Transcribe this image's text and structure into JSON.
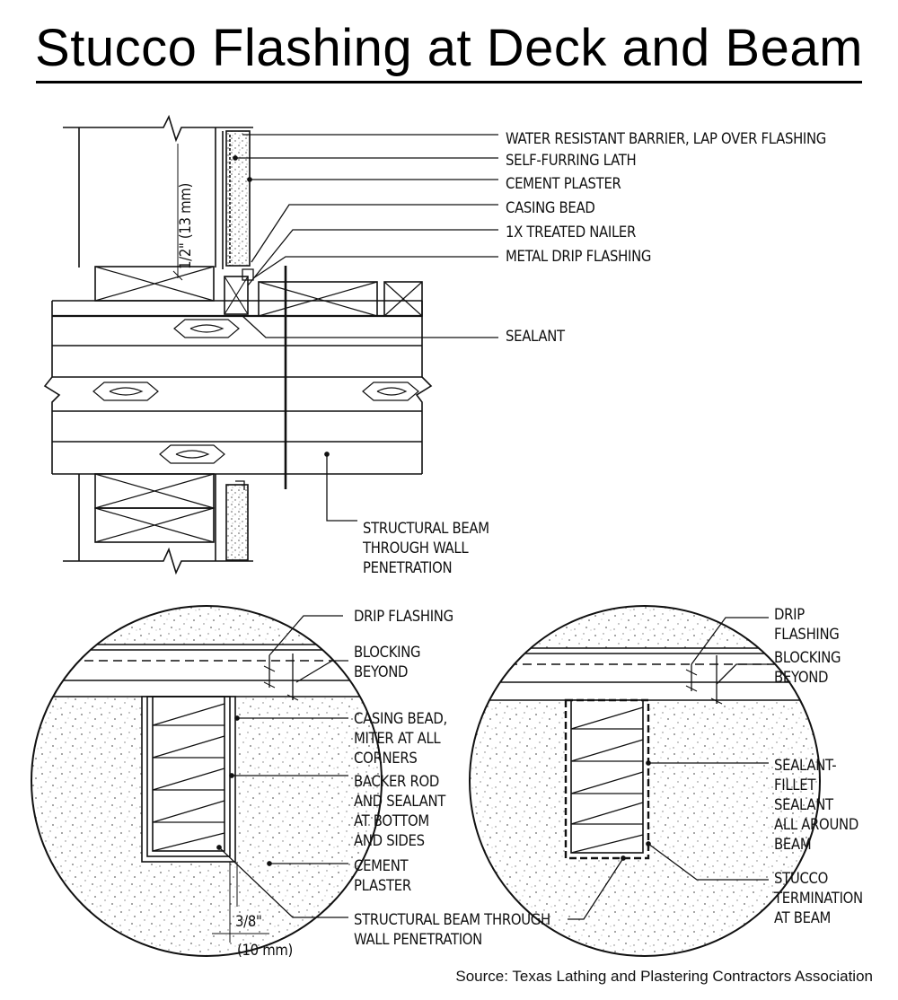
{
  "title": "Stucco Flashing at Deck and Beam",
  "source": "Source: Texas Lathing and Plastering Contractors Association",
  "section": {
    "dimension": "1/2\" (13 mm)",
    "labels": {
      "wrb": "WATER RESISTANT BARRIER, LAP OVER FLASHING",
      "lath": "SELF-FURRING LATH",
      "plaster": "CEMENT PLASTER",
      "casing": "CASING BEAD",
      "nailer": "1X TREATED NAILER",
      "drip": "METAL DRIP FLASHING",
      "sealant": "SEALANT",
      "beam1": "STRUCTURAL BEAM",
      "beam2": "THROUGH WALL",
      "beam3": "PENETRATION"
    }
  },
  "detail_left": {
    "dimension_top": "3/8\"",
    "dimension_bottom": "(10 mm)",
    "labels": {
      "drip": "DRIP FLASHING",
      "blocking1": "BLOCKING",
      "blocking2": "BEYOND",
      "casing1": "CASING BEAD,",
      "casing2": "MITER AT ALL",
      "casing3": "CORNERS",
      "backer1": "BACKER ROD",
      "backer2": "AND SEALANT",
      "backer3": "AT BOTTOM",
      "backer4": "AND SIDES",
      "plaster1": "CEMENT",
      "plaster2": "PLASTER",
      "beam1": "STRUCTURAL BEAM THROUGH",
      "beam2": "WALL PENETRATION"
    }
  },
  "detail_right": {
    "labels": {
      "drip1": "DRIP",
      "drip2": "FLASHING",
      "blocking1": "BLOCKING",
      "blocking2": "BEYOND",
      "sealant1": "SEALANT-",
      "sealant2": "FILLET",
      "sealant3": "SEALANT",
      "sealant4": "ALL AROUND",
      "sealant5": "BEAM",
      "stucco1": "STUCCO",
      "stucco2": "TERMINATION",
      "stucco3": "AT BEAM"
    }
  }
}
